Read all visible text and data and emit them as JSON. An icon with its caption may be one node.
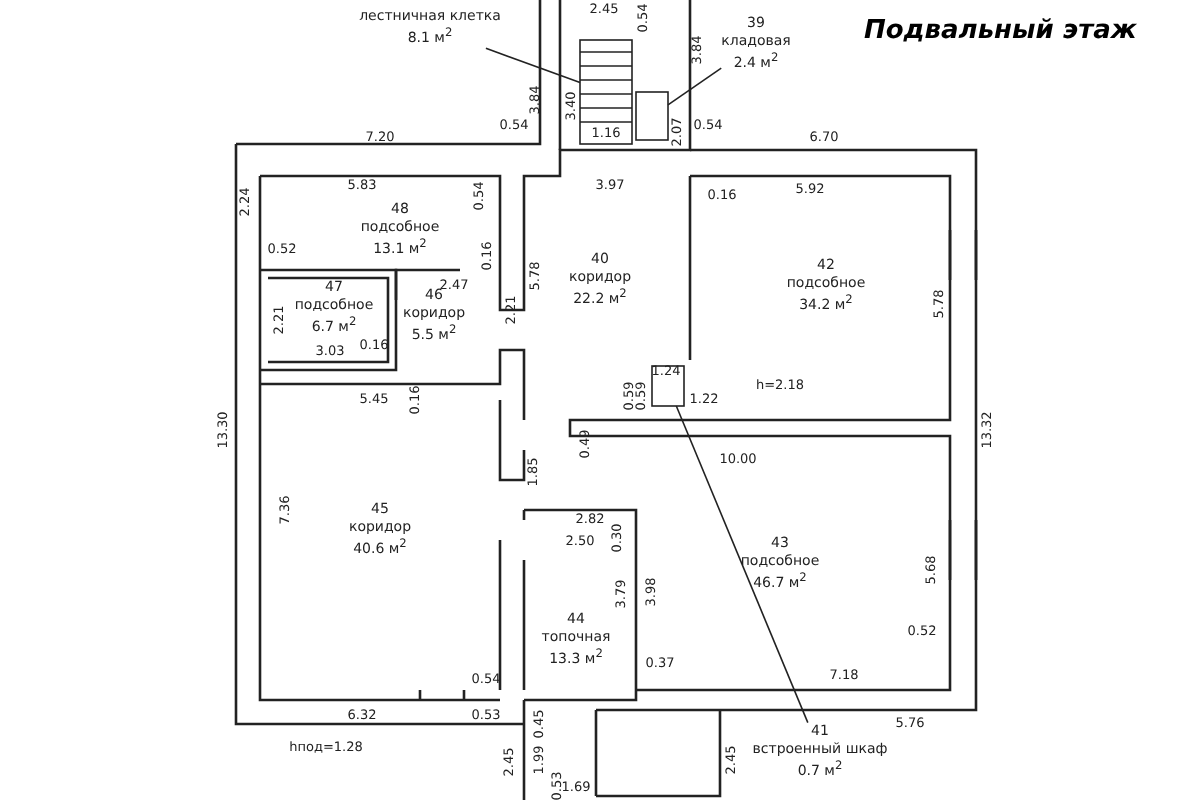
{
  "diagram": {
    "title": "Подвальный этаж",
    "nodes": [
      {
        "text": [
          "лестничная клетка",
          "8.1 м$^{2}$"
        ]
      },
      {
        "text": [],
        "shape": "picture"
      },
      {
        "text": [
          "39",
          "кладовая",
          "2.4 м$^{2}$"
        ]
      },
      {
        "text": [],
        "shape": "box"
      },
      {
        "text": [
          "48",
          "подсобное",
          "13.1 м$^{2}$"
        ]
      },
      {
        "text": [
          "47",
          "подсобное",
          "6.7 м$^{2}$"
        ]
      },
      {
        "text": [
          "46",
          "коридор",
          "5.5 м$^{2}$"
        ]
      },
      {
        "text": [
          "40",
          "коридор",
          "22.2 м$^{2}$"
        ]
      },
      {
        "text": [
          "42",
          "подсобное",
          "34.2 м$^{2}$"
        ]
      },
      {
        "text": [
          "45",
          "коридор",
          "40.6 м$^{2}$"
        ]
      },
      {
        "text": [
          "43",
          "подсобное",
          "46.7 м$^{2}$"
        ]
      },
      {
        "text": [
          "44",
          "топочная",
          "13.3 м$^{2}$"
        ]
      },
      {
        "text": [
          "41",
          "встроенный шкаф",
          "0.7 м$^{2}$"
        ]
      },
      {
        "text": [],
        "shape": "box"
      }
    ],
    "edges": [
      {
        "from": 0,
        "to": 1,
        "arrow": "none"
      },
      {
        "from": 2,
        "to": 3,
        "arrow": "none"
      },
      {
        "from": 12,
        "to": 13,
        "arrow": "none"
      }
    ],
    "labels": [
      "2.45",
      "0.54",
      "3.84",
      "3.84",
      "3.40",
      "1.16",
      "2.07",
      "0.54",
      "0.54",
      "7.20",
      "3.97",
      "6.70",
      "5.83",
      "0.54",
      "2.24",
      "0.16",
      "5.92",
      "0.52",
      "0.16",
      "2.47",
      "5.78",
      "5.78",
      "2.21",
      "2.21",
      "0.16",
      "3.03",
      "1.24",
      "0.59",
      "0.59",
      "1.22",
      "h=2.18",
      "5.45",
      "0.16",
      "13.30",
      "13.32",
      "0.49",
      "10.00",
      "7.36",
      "1.85",
      "2.82",
      "2.50",
      "0.30",
      "3.79",
      "3.98",
      "5.68",
      "0.54",
      "0.52",
      "0.37",
      "7.18",
      "6.32",
      "5.76",
      "hпод=1.28",
      "0.53",
      "0.45",
      "1.99",
      "2.45",
      "2.45",
      "0.53",
      "1.69"
    ]
  }
}
